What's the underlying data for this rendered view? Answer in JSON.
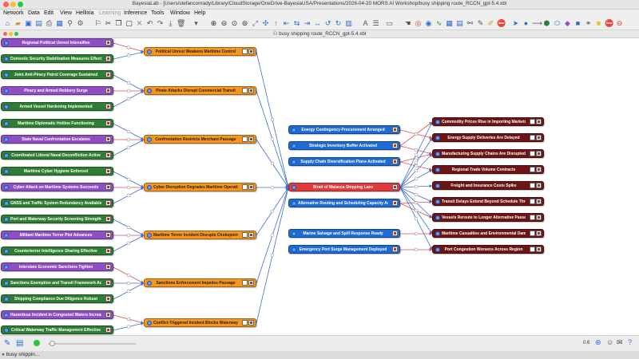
{
  "window": {
    "title": "BayesiaLab - [Users/stefanconrady/Library/CloudStorage/OneDrive-BayesiaUSA/Presentations/2026-04-20 MORS AI Workshop/busy shipping route_RCCN_gpt-5.4.xbl",
    "doc_title": "busy shipping route_RCCN_gpt-5.4.xbl"
  },
  "menu": [
    "Network",
    "Data",
    "Edit",
    "View",
    "Hellixia",
    "Learning",
    "Inference",
    "Tools",
    "Window",
    "Help"
  ],
  "colors": {
    "driver_purple": "#8e4fc4",
    "driver_green": "#2e7d32",
    "mechanism_orange": "#f7951d",
    "response_blue": "#1f6bd6",
    "focal_red": "#e23b3b",
    "outcome_maroon": "#6d1414",
    "edge_red": "#e24a4a",
    "edge_blue": "#3b6fd6"
  },
  "nodes": {
    "left": [
      {
        "label": "Regional Political Unrest Intensifies",
        "kind": "purple"
      },
      {
        "label": "Domestic Security Stabilization Measures Effective",
        "kind": "green"
      },
      {
        "label": "Joint Anti-Piracy Patrol Coverage Sustained",
        "kind": "green"
      },
      {
        "label": "Piracy and Armed Robbery Surge",
        "kind": "purple"
      },
      {
        "label": "Armed Vessel Hardening Implemented",
        "kind": "green"
      },
      {
        "label": "Maritime Diplomatic Hotline Functioning",
        "kind": "green"
      },
      {
        "label": "State Naval Confrontation Escalates",
        "kind": "purple"
      },
      {
        "label": "Coordinated Littoral Naval Deconfliction Active",
        "kind": "green"
      },
      {
        "label": "Maritime Cyber Hygiene Enforced",
        "kind": "green"
      },
      {
        "label": "Cyber Attack on Maritime Systems Succeeds",
        "kind": "purple"
      },
      {
        "label": "GNSS and Traffic System Redundancy Available",
        "kind": "green"
      },
      {
        "label": "Port and Waterway Security Screening Strengthened",
        "kind": "green"
      },
      {
        "label": "Militant Maritime Terror Plot Advances",
        "kind": "purple"
      },
      {
        "label": "Counterterror Intelligence Sharing Effective",
        "kind": "green"
      },
      {
        "label": "Interstate Economic Sanctions Tighten",
        "kind": "purple"
      },
      {
        "label": "Sanctions Exemption and Transit Framework Active",
        "kind": "green"
      },
      {
        "label": "Shipping Compliance Due Diligence Robust",
        "kind": "green"
      },
      {
        "label": "Hazardous Incident in Congested Waters Increases",
        "kind": "purple"
      },
      {
        "label": "Critical Waterway Traffic Management Effective",
        "kind": "green"
      }
    ],
    "mechanisms": [
      {
        "label": "Political Unrest Weakens Maritime Control"
      },
      {
        "label": "Pirate Attacks Disrupt Commercial Transit"
      },
      {
        "label": "Confrontation Restricts Merchant Passage"
      },
      {
        "label": "Cyber Disruption Degrades Maritime Operations"
      },
      {
        "label": "Maritime Terror Incident Disrupts Chokepoint"
      },
      {
        "label": "Sanctions Enforcement Impedes Passage"
      },
      {
        "label": "Conflict-Triggered Incident Blocks Waterway"
      }
    ],
    "responses": [
      {
        "label": "Energy Contingency Procurement Arranged"
      },
      {
        "label": "Strategic Inventory Buffer Activated"
      },
      {
        "label": "Supply Chain Diversification Plans Activated"
      },
      {
        "label": "Alternative Routing and Scheduling Capacity Avail..."
      },
      {
        "label": "Marine Salvage and Spill Response Ready"
      },
      {
        "label": "Emergency Port Surge Management Deployed"
      }
    ],
    "focal": {
      "label": "Strait of Malacca Shipping Lane"
    },
    "outcomes": [
      {
        "label": "Commodity Prices Rise in Importing Markets"
      },
      {
        "label": "Energy Supply Deliveries Are Delayed"
      },
      {
        "label": "Manufacturing Supply Chains Are Disrupted"
      },
      {
        "label": "Regional Trade Volume Contracts"
      },
      {
        "label": "Freight and Insurance Costs Spike"
      },
      {
        "label": "Transit Delays Extend Beyond Schedule Thresh"
      },
      {
        "label": "Vessels Reroute to Longer Alternative Passages"
      },
      {
        "label": "Maritime Casualties and Environmental Damag..."
      },
      {
        "label": "Port Congestion Worsens Across Region"
      }
    ]
  },
  "status": {
    "zoom": "0.6"
  },
  "taskbar": {
    "item": "busy shippin..."
  }
}
